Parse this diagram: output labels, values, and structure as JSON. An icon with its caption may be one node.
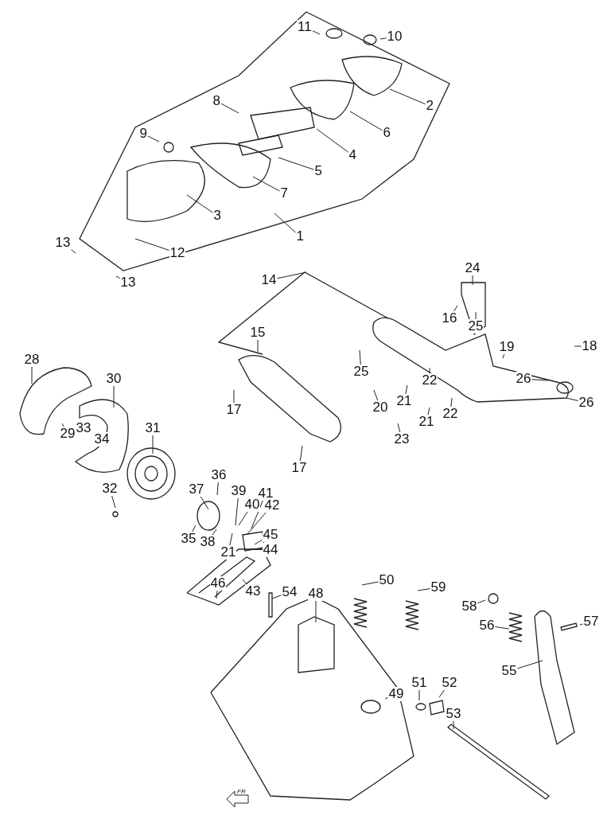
{
  "diagram": {
    "nodes": [
      {
        "text": [
          "11"
        ]
      },
      {
        "text": [
          "10"
        ]
      },
      {
        "text": [
          "2"
        ]
      },
      {
        "text": [
          "8"
        ]
      },
      {
        "text": [
          "9"
        ]
      },
      {
        "text": [
          "6"
        ]
      },
      {
        "text": [
          "4"
        ]
      },
      {
        "text": [
          "5"
        ]
      },
      {
        "text": [
          "7"
        ]
      },
      {
        "text": [
          "3"
        ]
      },
      {
        "text": [
          "1"
        ]
      },
      {
        "text": [
          "13"
        ]
      },
      {
        "text": [
          "12"
        ]
      },
      {
        "text": [
          "13"
        ]
      },
      {
        "text": [
          "14"
        ]
      },
      {
        "text": [
          "24"
        ]
      },
      {
        "text": [
          "16"
        ]
      },
      {
        "text": [
          "25"
        ]
      },
      {
        "text": [
          "15"
        ]
      },
      {
        "text": [
          "19"
        ]
      },
      {
        "text": [
          "18"
        ]
      },
      {
        "text": [
          "25"
        ]
      },
      {
        "text": [
          "20"
        ]
      },
      {
        "text": [
          "21"
        ]
      },
      {
        "text": [
          "22"
        ]
      },
      {
        "text": [
          "26"
        ]
      },
      {
        "text": [
          "26"
        ]
      },
      {
        "text": [
          "17"
        ]
      },
      {
        "text": [
          "22"
        ]
      },
      {
        "text": [
          "21"
        ]
      },
      {
        "text": [
          "23"
        ]
      },
      {
        "text": [
          "17"
        ]
      },
      {
        "text": [
          "28"
        ]
      },
      {
        "text": [
          "30"
        ]
      },
      {
        "text": [
          "29"
        ]
      },
      {
        "text": [
          "33"
        ]
      },
      {
        "text": [
          "34"
        ]
      },
      {
        "text": [
          "31"
        ]
      },
      {
        "text": [
          "32"
        ]
      },
      {
        "text": [
          "36"
        ]
      },
      {
        "text": [
          "37"
        ]
      },
      {
        "text": [
          "39"
        ]
      },
      {
        "text": [
          "41"
        ]
      },
      {
        "text": [
          "40"
        ]
      },
      {
        "text": [
          "42"
        ]
      },
      {
        "text": [
          "35"
        ]
      },
      {
        "text": [
          "38"
        ]
      },
      {
        "text": [
          "21"
        ]
      },
      {
        "text": [
          "45"
        ]
      },
      {
        "text": [
          "44"
        ]
      },
      {
        "text": [
          "46"
        ]
      },
      {
        "text": [
          "43"
        ]
      },
      {
        "text": [
          "54"
        ]
      },
      {
        "text": [
          "48"
        ]
      },
      {
        "text": [
          "50"
        ]
      },
      {
        "text": [
          "59"
        ]
      },
      {
        "text": [
          "58"
        ]
      },
      {
        "text": [
          "57"
        ]
      },
      {
        "text": [
          "56"
        ]
      },
      {
        "text": [
          "55"
        ]
      },
      {
        "text": [
          "49"
        ]
      },
      {
        "text": [
          "51"
        ]
      },
      {
        "text": [
          "52"
        ]
      },
      {
        "text": [
          "53"
        ]
      }
    ],
    "edges": [
      {
        "from": 0,
        "to": null,
        "arrow": "none"
      },
      {
        "from": 1,
        "to": null,
        "arrow": "none"
      },
      {
        "from": 2,
        "to": null,
        "arrow": "none"
      },
      {
        "from": 3,
        "to": null,
        "arrow": "none"
      },
      {
        "from": 4,
        "to": null,
        "arrow": "none"
      },
      {
        "from": 5,
        "to": null,
        "arrow": "none"
      },
      {
        "from": 6,
        "to": null,
        "arrow": "none"
      },
      {
        "from": 7,
        "to": null,
        "arrow": "none"
      },
      {
        "from": 8,
        "to": null,
        "arrow": "none"
      },
      {
        "from": 9,
        "to": null,
        "arrow": "none"
      },
      {
        "from": 10,
        "to": null,
        "arrow": "none"
      },
      {
        "from": 11,
        "to": null,
        "arrow": "none"
      },
      {
        "from": 12,
        "to": null,
        "arrow": "none"
      },
      {
        "from": 13,
        "to": null,
        "arrow": "none"
      },
      {
        "from": 14,
        "to": null,
        "arrow": "none"
      },
      {
        "from": 15,
        "to": null,
        "arrow": "none"
      },
      {
        "from": 16,
        "to": null,
        "arrow": "none"
      },
      {
        "from": 17,
        "to": null,
        "arrow": "none"
      },
      {
        "from": 18,
        "to": null,
        "arrow": "none"
      },
      {
        "from": 19,
        "to": null,
        "arrow": "none"
      },
      {
        "from": 20,
        "to": null,
        "arrow": "none"
      },
      {
        "from": 21,
        "to": null,
        "arrow": "none"
      },
      {
        "from": 22,
        "to": null,
        "arrow": "none"
      },
      {
        "from": 23,
        "to": null,
        "arrow": "none"
      },
      {
        "from": 24,
        "to": null,
        "arrow": "none"
      },
      {
        "from": 25,
        "to": null,
        "arrow": "none"
      },
      {
        "from": 26,
        "to": null,
        "arrow": "none"
      },
      {
        "from": 27,
        "to": null,
        "arrow": "none"
      },
      {
        "from": 28,
        "to": null,
        "arrow": "none"
      },
      {
        "from": 29,
        "to": null,
        "arrow": "none"
      },
      {
        "from": 30,
        "to": null,
        "arrow": "none"
      },
      {
        "from": 31,
        "to": null,
        "arrow": "none"
      },
      {
        "from": 32,
        "to": null,
        "arrow": "none"
      },
      {
        "from": 33,
        "to": null,
        "arrow": "none"
      },
      {
        "from": 34,
        "to": null,
        "arrow": "none"
      },
      {
        "from": 37,
        "to": null,
        "arrow": "none"
      },
      {
        "from": 38,
        "to": null,
        "arrow": "none"
      },
      {
        "from": 39,
        "to": null,
        "arrow": "none"
      },
      {
        "from": 40,
        "to": null,
        "arrow": "none"
      },
      {
        "from": 41,
        "to": null,
        "arrow": "none"
      },
      {
        "from": 42,
        "to": null,
        "arrow": "none"
      },
      {
        "from": 43,
        "to": null,
        "arrow": "none"
      },
      {
        "from": 44,
        "to": null,
        "arrow": "none"
      },
      {
        "from": 45,
        "to": null,
        "arrow": "none"
      },
      {
        "from": 46,
        "to": null,
        "arrow": "none"
      },
      {
        "from": 47,
        "to": null,
        "arrow": "none"
      },
      {
        "from": 48,
        "to": null,
        "arrow": "none"
      },
      {
        "from": 49,
        "to": null,
        "arrow": "none"
      },
      {
        "from": 50,
        "to": null,
        "arrow": "none"
      },
      {
        "from": 51,
        "to": null,
        "arrow": "none"
      },
      {
        "from": 52,
        "to": null,
        "arrow": "none"
      },
      {
        "from": 53,
        "to": null,
        "arrow": "none"
      },
      {
        "from": 54,
        "to": null,
        "arrow": "none"
      },
      {
        "from": 55,
        "to": null,
        "arrow": "none"
      },
      {
        "from": 56,
        "to": null,
        "arrow": "none"
      },
      {
        "from": 57,
        "to": null,
        "arrow": "none"
      },
      {
        "from": 58,
        "to": null,
        "arrow": "none"
      },
      {
        "from": 59,
        "to": null,
        "arrow": "none"
      },
      {
        "from": 60,
        "to": null,
        "arrow": "none"
      },
      {
        "from": 61,
        "to": null,
        "arrow": "none"
      },
      {
        "from": 62,
        "to": null,
        "arrow": "none"
      },
      {
        "from": 63,
        "to": null,
        "arrow": "none"
      }
    ],
    "labels": [
      "FR"
    ]
  }
}
